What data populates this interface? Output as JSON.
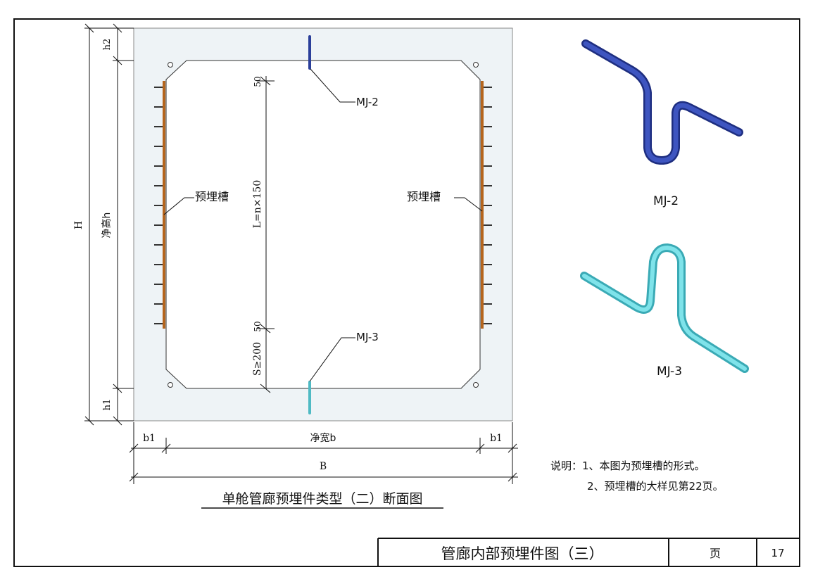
{
  "title_block": {
    "drawing_title": "管廊内部预埋件图（三）",
    "page_label": "页",
    "page_number": "17"
  },
  "section": {
    "caption": "单舱管廊预埋件类型（二）断面图",
    "channel_label_left": "预埋槽",
    "channel_label_right": "预埋槽",
    "mj2_callout": "MJ-2",
    "mj3_callout": "MJ-3"
  },
  "dimensions": {
    "H": "H",
    "h2": "h2",
    "clear_height": "净高h",
    "h1": "h1",
    "top_offset": "50",
    "channel_length": "L=n×150",
    "bottom_offset": "50",
    "spacing_min": "S≥200",
    "b1_left": "b1",
    "clear_width": "净宽b",
    "b1_right": "b1",
    "B": "B"
  },
  "details": {
    "mj2_label": "MJ-2",
    "mj3_label": "MJ-3",
    "mj2_color": "#2b3f9a",
    "mj3_color": "#5fd0d8"
  },
  "notes": {
    "line1": "说明：1、本图为预埋槽的形式。",
    "line2": "2、预埋槽的大样见第22页。"
  },
  "colors": {
    "concrete": "#eef3f6",
    "channel": "#b5651d"
  }
}
